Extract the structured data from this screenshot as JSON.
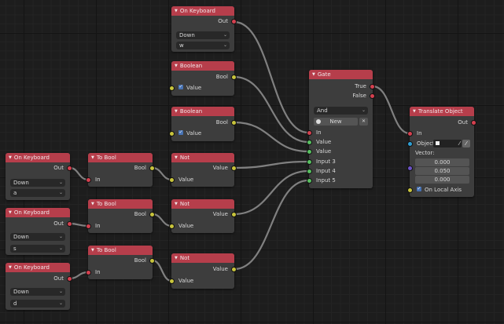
{
  "nodes": {
    "kb_top": {
      "title": "On Keyboard",
      "out": "Out",
      "event": "Down",
      "key": "w"
    },
    "bool1": {
      "title": "Boolean",
      "out": "Bool",
      "value_label": "Value",
      "checked": true
    },
    "bool2": {
      "title": "Boolean",
      "out": "Bool",
      "value_label": "Value",
      "checked": true
    },
    "kb_a": {
      "title": "On Keyboard",
      "out": "Out",
      "event": "Down",
      "key": "a"
    },
    "kb_s": {
      "title": "On Keyboard",
      "out": "Out",
      "event": "Down",
      "key": "s"
    },
    "kb_d": {
      "title": "On Keyboard",
      "out": "Out",
      "event": "Down",
      "key": "d"
    },
    "tobool1": {
      "title": "To Bool",
      "out": "Bool",
      "in": "In"
    },
    "tobool2": {
      "title": "To Bool",
      "out": "Bool",
      "in": "In"
    },
    "tobool3": {
      "title": "To Bool",
      "out": "Bool",
      "in": "In"
    },
    "not1": {
      "title": "Not",
      "out": "Value",
      "in": "Value"
    },
    "not2": {
      "title": "Not",
      "out": "Value",
      "in": "Value"
    },
    "not3": {
      "title": "Not",
      "out": "Value",
      "in": "Value"
    },
    "gate": {
      "title": "Gate",
      "out_true": "True",
      "out_false": "False",
      "mode": "And",
      "new_label": "New",
      "close": "✕",
      "inputs": [
        "In",
        "Value",
        "Value",
        "Input 3",
        "Input 4",
        "Input 5"
      ]
    },
    "translate": {
      "title": "Translate Object",
      "out": "Out",
      "in": "In",
      "object_label": "Object:",
      "vector_label": "Vector:",
      "vector": [
        "0.000",
        "0.050",
        "0.000"
      ],
      "local_axis_label": "On Local Axis",
      "local_axis": true
    }
  },
  "colors": {
    "header": "#b63e4b",
    "node_bg": "#3d3d3d",
    "link": "#7a7a7a"
  }
}
